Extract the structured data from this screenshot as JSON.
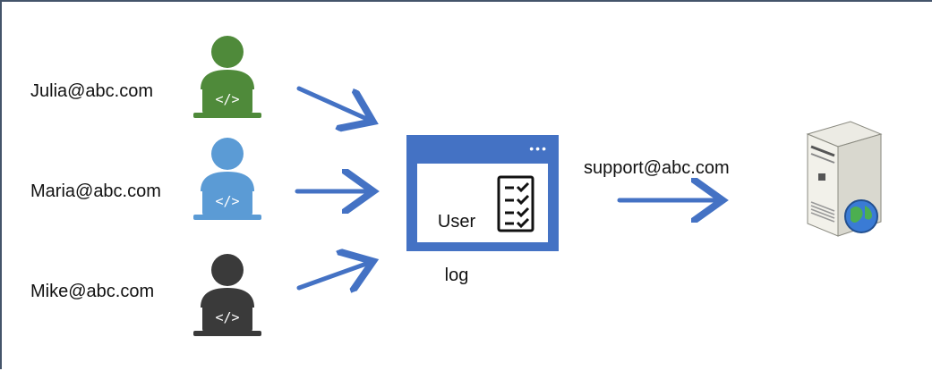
{
  "users": [
    {
      "email": "Julia@abc.com",
      "color": "#4f8a3a",
      "icon": "developer-icon"
    },
    {
      "email": "Maria@abc.com",
      "color": "#5b9bd5",
      "icon": "developer-icon"
    },
    {
      "email": "Mike@abc.com",
      "color": "#3a3a3a",
      "icon": "developer-icon"
    }
  ],
  "log_window": {
    "label_line1": "User",
    "label_line2": "log",
    "dots": "•••",
    "color": "#4472c4",
    "icon": "checklist-icon"
  },
  "target": {
    "email": "support@abc.com",
    "icon": "web-server-icon"
  },
  "arrow_color": "#4472c4"
}
